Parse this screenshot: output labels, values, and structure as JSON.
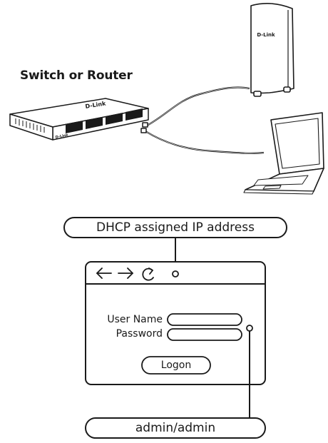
{
  "device_label": "Switch or Router",
  "brand": "D-Link",
  "access_point_brand": "D-Link",
  "ip_address_box": "DHCP assigned IP address",
  "login_form": {
    "username_label": "User Name",
    "password_label": "Password",
    "logon_button": "Logon"
  },
  "credentials": "admin/admin",
  "icons": [
    "back-arrow-icon",
    "forward-arrow-icon",
    "refresh-icon"
  ]
}
